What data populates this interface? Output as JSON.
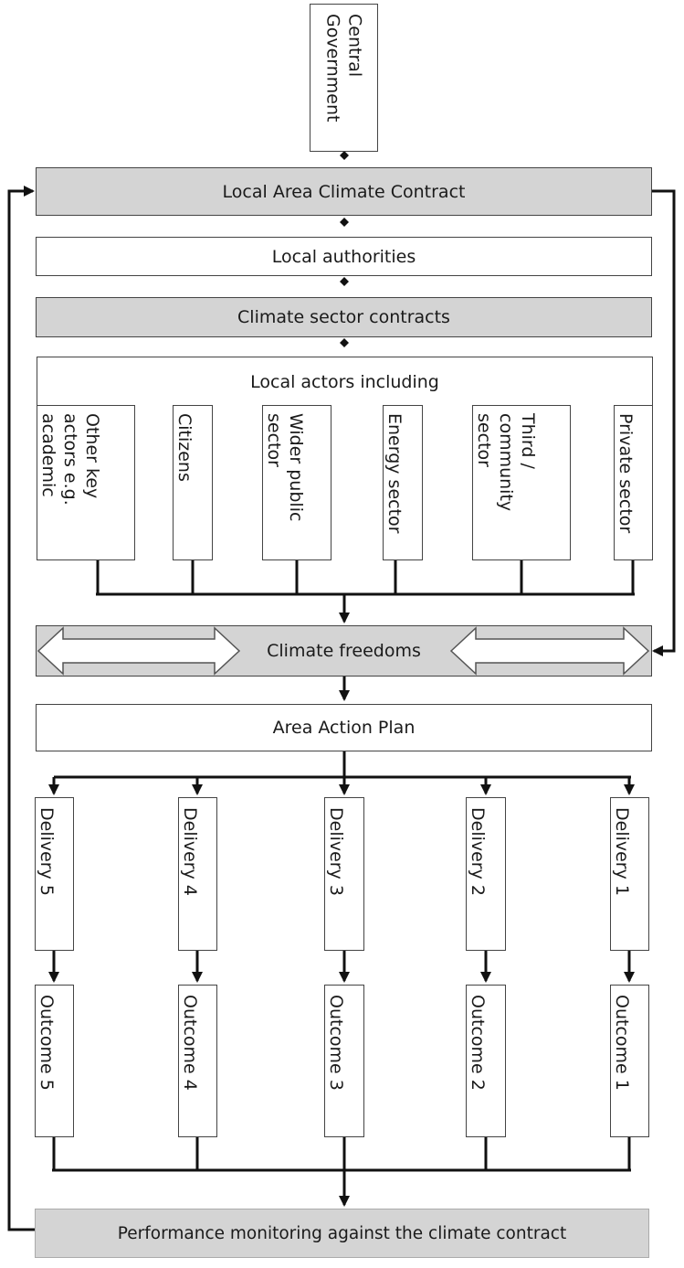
{
  "nodes": {
    "central_government": "Central\nGovernment",
    "local_area_contract": "Local Area Climate Contract",
    "local_authorities": "Local authorities",
    "sector_contracts": "Climate sector contracts",
    "local_actors": "Local actors including",
    "climate_freedoms": "Climate freedoms",
    "area_action_plan": "Area Action Plan",
    "performance_monitoring": "Performance monitoring against the climate contract"
  },
  "actors": [
    "Other key\nactors e.g.\nacademic",
    "Citizens",
    "Wider public\nsector",
    "Energy sector",
    "Third /\ncommunity\nsector",
    "Private sector"
  ],
  "deliveries": [
    "Delivery 5",
    "Delivery 4",
    "Delivery 3",
    "Delivery 2",
    "Delivery 1"
  ],
  "outcomes": [
    "Outcome 5",
    "Outcome 4",
    "Outcome 3",
    "Outcome 2",
    "Outcome 1"
  ],
  "colors": {
    "grey_fill": "#d4d4d4",
    "line": "#111111",
    "border": "#444444"
  }
}
